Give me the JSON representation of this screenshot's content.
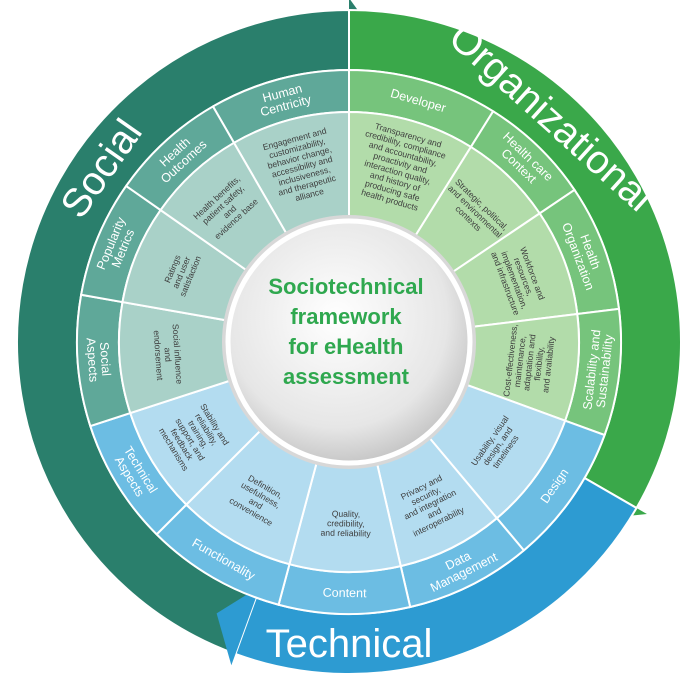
{
  "center": {
    "lines": [
      "Sociotechnical",
      "framework",
      "for eHealth",
      "assessment"
    ]
  },
  "colors": {
    "social_dark": "#2a7f6c",
    "social_mid": "#5fa899",
    "social_light": "#a9d1c8",
    "org_dark": "#3aa84a",
    "org_mid": "#76c47c",
    "org_light": "#b2dcaa",
    "tech_dark": "#2d9bd2",
    "tech_mid": "#6cbde3",
    "tech_light": "#b3dcf0",
    "center_text": "#2fa84f"
  },
  "domains": [
    {
      "key": "social",
      "label": "Social",
      "start": -160,
      "end": 0
    },
    {
      "key": "organizational",
      "label": "Organizational",
      "start": 0,
      "end": 120
    },
    {
      "key": "technical",
      "label": "Technical",
      "start": 120,
      "end": 200
    }
  ],
  "segments": [
    {
      "domain": "social",
      "start": -30,
      "end": 0,
      "category": [
        "Human",
        "Centricity"
      ],
      "description": [
        "Engagement and",
        "customizability,",
        "behavior change,",
        "accessibility and",
        "inclusiveness,",
        "and therapeutic",
        "alliance"
      ]
    },
    {
      "domain": "organizational",
      "start": 0,
      "end": 32,
      "category": [
        "Developer"
      ],
      "description": [
        "Transparency and",
        "credibility, compliance",
        "and accountability,",
        "proactivity and",
        "interaction quality,",
        "and history of",
        "producing safe",
        "health products"
      ]
    },
    {
      "domain": "organizational",
      "start": 32,
      "end": 56,
      "category": [
        "Health care",
        "Context"
      ],
      "description": [
        "Strategic, political,",
        "and environmental",
        "contexts"
      ]
    },
    {
      "domain": "organizational",
      "start": 56,
      "end": 83,
      "category": [
        "Health",
        "Organization"
      ],
      "description": [
        "Workforce and",
        "resources,",
        "implementation,",
        "and infrastructure"
      ]
    },
    {
      "domain": "organizational",
      "start": 83,
      "end": 110,
      "category": [
        "Scalability and",
        "Sustainability"
      ],
      "description": [
        "Cost-effectiveness,",
        "maintenance,",
        "adaptation and",
        "flexibility,",
        "and availability"
      ]
    },
    {
      "domain": "technical",
      "start": 110,
      "end": 140,
      "category": [
        "Design"
      ],
      "description": [
        "Usability, visual",
        "design, and",
        "timeliness"
      ]
    },
    {
      "domain": "technical",
      "start": 140,
      "end": 167,
      "category": [
        "Data",
        "Management"
      ],
      "description": [
        "Privacy and",
        "security,",
        "and integration",
        "and",
        "interoperability"
      ]
    },
    {
      "domain": "technical",
      "start": 167,
      "end": 195,
      "category": [
        "Content"
      ],
      "description": [
        "Quality,",
        "credibility,",
        "and reliability"
      ]
    },
    {
      "domain": "technical",
      "start": 195,
      "end": 225,
      "category": [
        "Functionality"
      ],
      "description": [
        "Definition,",
        "usefulness,",
        "and",
        "convenience"
      ]
    },
    {
      "domain": "technical",
      "start": 225,
      "end": 252,
      "category": [
        "Technical",
        "Aspects"
      ],
      "description": [
        "Stability and",
        "reliability,",
        "training,",
        "support, and",
        "feedback",
        "mechanisms"
      ]
    },
    {
      "domain": "social",
      "start": 252,
      "end": 280,
      "category": [
        "Social",
        "Aspects"
      ],
      "description": [
        "Social influence",
        "and",
        "endorsement"
      ]
    },
    {
      "domain": "social",
      "start": 280,
      "end": 305,
      "category": [
        "Popularity",
        "Metrics"
      ],
      "description": [
        "Ratings",
        "and user",
        "satisfaction"
      ]
    },
    {
      "domain": "social",
      "start": 305,
      "end": 330,
      "category": [
        "Health",
        "Outcomes"
      ],
      "description": [
        "Health benefits,",
        "patient safety,",
        "and",
        "evidence base"
      ]
    }
  ]
}
